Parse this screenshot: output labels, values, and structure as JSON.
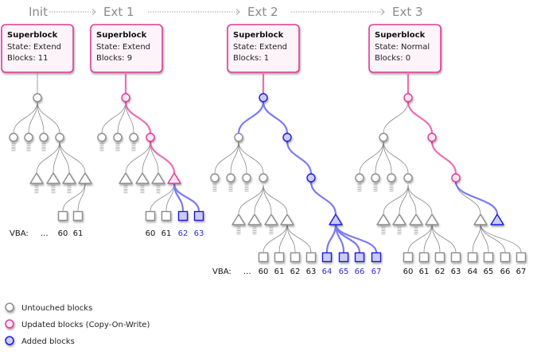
{
  "colors": {
    "untouched_stroke": "#8c8c8c",
    "untouched_fill": "#ffffff",
    "updated_stroke": "#e0379a",
    "updated_fill": "#fbe6f1",
    "added_stroke": "#1f1fd8",
    "added_fill": "#ccccf6",
    "updated_edge": "#f06bb4",
    "added_edge": "#7a7af2",
    "untouched_edge": "#888888",
    "stage_text": "#8a8a8a"
  },
  "stages": [
    {
      "label": "Init",
      "superblock": {
        "title": "Superblock",
        "state": "State:  Extend",
        "blocks": "Blocks:  11"
      },
      "vba_prefix": "VBA:",
      "vba_ellipsis": "...",
      "vba": [
        {
          "label": "60",
          "status": "untouched"
        },
        {
          "label": "61",
          "status": "untouched"
        }
      ]
    },
    {
      "label": "Ext 1",
      "superblock": {
        "title": "Superblock",
        "state": "State:  Extend",
        "blocks": "Blocks:  9"
      },
      "vba": [
        {
          "label": "60",
          "status": "untouched"
        },
        {
          "label": "61",
          "status": "untouched"
        },
        {
          "label": "62",
          "status": "added"
        },
        {
          "label": "63",
          "status": "added"
        }
      ]
    },
    {
      "label": "Ext 2",
      "superblock": {
        "title": "Superblock",
        "state": "State:  Extend",
        "blocks": "Blocks:  1"
      },
      "vba_prefix": "VBA:",
      "vba_ellipsis": "...",
      "vba": [
        {
          "label": "60",
          "status": "untouched"
        },
        {
          "label": "61",
          "status": "untouched"
        },
        {
          "label": "62",
          "status": "untouched"
        },
        {
          "label": "63",
          "status": "untouched"
        },
        {
          "label": "64",
          "status": "added"
        },
        {
          "label": "65",
          "status": "added"
        },
        {
          "label": "66",
          "status": "added"
        },
        {
          "label": "67",
          "status": "added"
        }
      ]
    },
    {
      "label": "Ext 3",
      "superblock": {
        "title": "Superblock",
        "state": "State:  Normal",
        "blocks": "Blocks:  0"
      },
      "vba": [
        {
          "label": "60",
          "status": "untouched"
        },
        {
          "label": "61",
          "status": "untouched"
        },
        {
          "label": "62",
          "status": "untouched"
        },
        {
          "label": "63",
          "status": "untouched"
        },
        {
          "label": "64",
          "status": "untouched"
        },
        {
          "label": "65",
          "status": "untouched"
        },
        {
          "label": "66",
          "status": "untouched"
        },
        {
          "label": "67",
          "status": "untouched"
        }
      ]
    }
  ],
  "legend": [
    {
      "status": "untouched",
      "label": "Untouched blocks"
    },
    {
      "status": "updated",
      "label": "Updated blocks (Copy-On-Write)"
    },
    {
      "status": "added",
      "label": "Added blocks"
    }
  ]
}
